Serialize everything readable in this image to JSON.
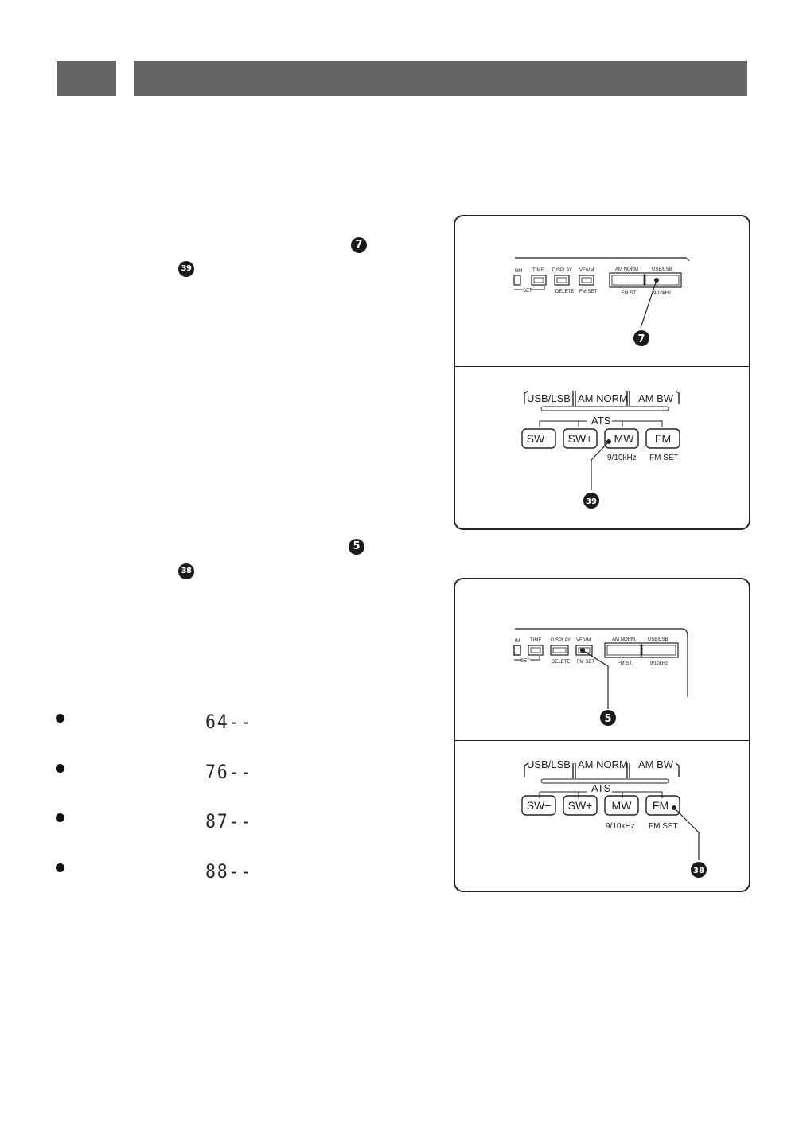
{
  "callouts": {
    "step1_top": "7",
    "step1_bottom": "39",
    "step2_top": "5",
    "step2_bottom": "38"
  },
  "display_values": [
    "64--",
    "76--",
    "87--",
    "88--"
  ],
  "panel1": {
    "top": {
      "buttons": [
        "RM",
        "TIME",
        "DISPLAY",
        "VF/VM",
        "AM NORM",
        "USB/LSB"
      ],
      "sublabels": [
        "SET",
        "DELETE",
        "FM SET",
        "FM ST.",
        "9/10kHz"
      ],
      "callout": "7"
    },
    "bottom": {
      "bracket_labels": [
        "USB/LSB",
        "AM NORM.",
        "AM BW"
      ],
      "group_label": "ATS",
      "buttons": [
        "SW−",
        "SW+",
        "MW",
        "FM"
      ],
      "sublabels": [
        "9/10kHz",
        "FM SET"
      ],
      "callout": "39"
    }
  },
  "panel2": {
    "top": {
      "buttons": [
        "IM",
        "TIME",
        "DISPLAY",
        "VF/VM",
        "AM NORM.",
        "USB/LSB"
      ],
      "sublabels": [
        "SET",
        "DELETE",
        "FM SET",
        "FM ST.",
        "9/10kHz"
      ],
      "callout": "5"
    },
    "bottom": {
      "bracket_labels": [
        "USB/LSB",
        "AM NORM.",
        "AM BW"
      ],
      "group_label": "ATS",
      "buttons": [
        "SW−",
        "SW+",
        "MW",
        "FM"
      ],
      "sublabels": [
        "9/10kHz",
        "FM SET"
      ],
      "callout": "38"
    }
  }
}
